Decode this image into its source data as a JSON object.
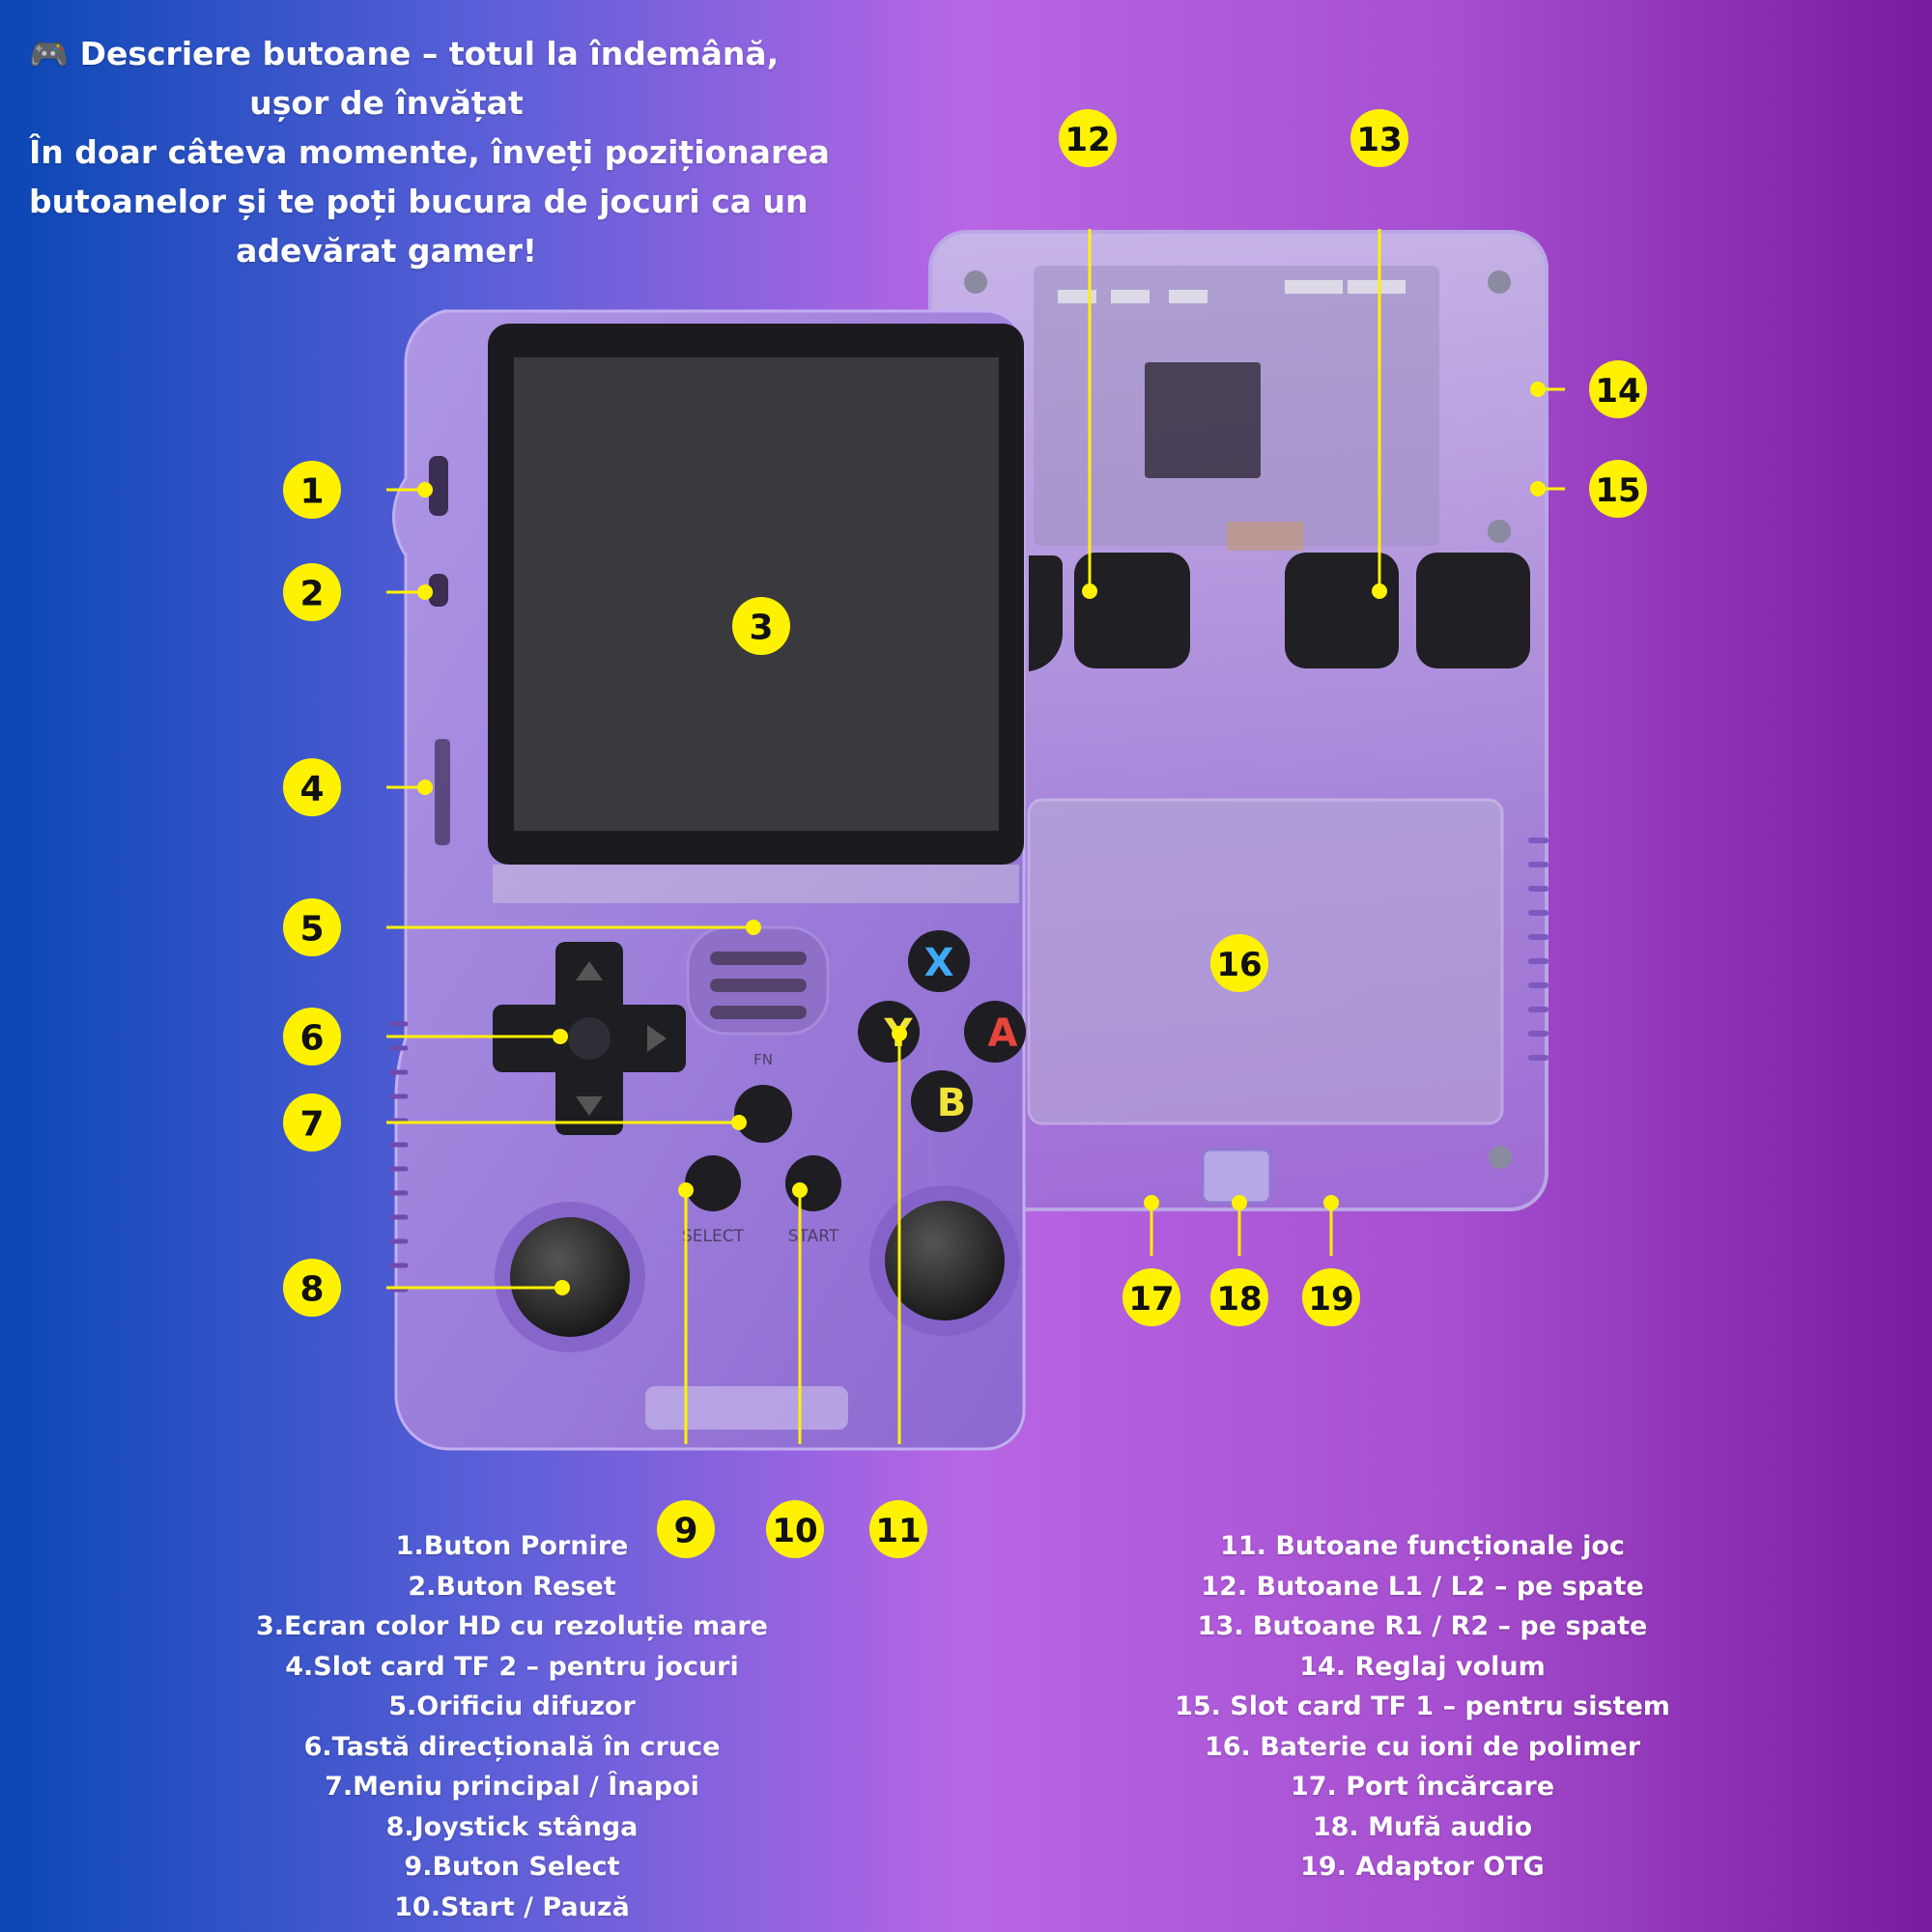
{
  "headline": {
    "line1_icon": "gamepad-icon",
    "line1": "🎮 Descriere butoane – totul la îndemână,",
    "line2": "ușor de învățat",
    "line3": "În doar câteva momente, înveți poziționarea",
    "line4": "butoanelor și te poți bucura de jocuri ca un",
    "line5": "adevărat gamer!"
  },
  "callouts": [
    "1",
    "2",
    "3",
    "4",
    "5",
    "6",
    "7",
    "8",
    "9",
    "10",
    "11",
    "12",
    "13",
    "14",
    "15",
    "16",
    "17",
    "18",
    "19"
  ],
  "legend_left": [
    "1.Buton Pornire",
    "2.Buton Reset",
    "3.Ecran color HD cu rezoluție mare",
    "4.Slot card TF 2 – pentru jocuri",
    "5.Orificiu difuzor",
    "6.Tastă direcțională în cruce",
    "7.Meniu principal / Înapoi",
    "8.Joystick stânga",
    "9.Buton Select",
    "10.Start / Pauză"
  ],
  "legend_right": [
    "11. Butoane funcționale joc",
    "12. Butoane L1 / L2 – pe spate",
    "13. Butoane R1 / R2 – pe spate",
    "14. Reglaj volum",
    "15. Slot card TF 1 – pentru sistem",
    "16. Baterie cu ioni de polimer",
    "17. Port încărcare",
    "18. Mufă audio",
    "19. Adaptor OTG"
  ],
  "device_labels": {
    "btn_x": "X",
    "btn_y": "Y",
    "btn_a": "A",
    "btn_b": "B",
    "select": "SELECT",
    "start": "START",
    "fn": "FN"
  },
  "colors": {
    "badge": "#fff200",
    "shell": "#9a7ad6",
    "screen": "#3a393d",
    "btn_x": "#3fa9f5",
    "btn_y": "#f2e23a",
    "btn_a": "#e8443a",
    "btn_b": "#f2e23a"
  }
}
